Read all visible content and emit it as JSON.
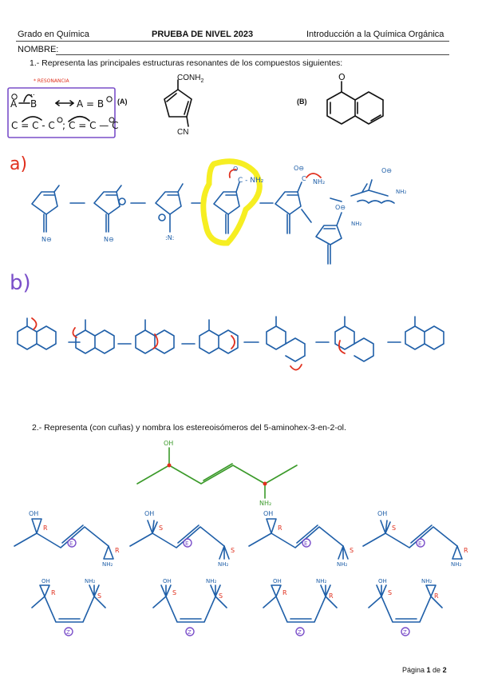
{
  "header": {
    "left": "Grado en Química",
    "center": "PRUEBA DE NIVEL 2023",
    "right": "Introducción a la Química Orgánica",
    "name_label": "NOMBRE:"
  },
  "question1": {
    "prompt": "1.- Representa las principales estructuras resonantes de los compuestos siguientes:",
    "box_title": "* RESONANCIA",
    "box_line1": "A—B ⟷ A=B",
    "box_line2": "C=C−C ; C=C−C",
    "label_a": "(A)",
    "label_b": "(B)",
    "compound_a_sub1": "CONH",
    "compound_a_sub1_sub": "2",
    "compound_a_sub2": "CN",
    "answer_a_label": "a)",
    "answer_b_label": "b)",
    "amide_label": "C - NH₂",
    "nh2": "NH₂"
  },
  "question2": {
    "prompt": "2.- Representa (con cuñas) y nombra los estereoisómeros del 5-aminohex-3-en-2-ol.",
    "oh": "OH",
    "nh2": "NH₂",
    "E": "E",
    "Z": "Z",
    "rows_top": [
      {
        "c2": "R",
        "c5": "R"
      },
      {
        "c2": "S",
        "c5": "S"
      },
      {
        "c2": "R",
        "c5": "S"
      },
      {
        "c2": "S",
        "c5": "R"
      }
    ],
    "rows_bottom": [
      {
        "c2": "R",
        "c5": "S"
      },
      {
        "c2": "S",
        "c5": "S"
      },
      {
        "c2": "R",
        "c5": "R"
      },
      {
        "c2": "S",
        "c5": "R"
      }
    ]
  },
  "footer": {
    "page_prefix": "Página ",
    "page_current": "1",
    "page_mid": " de ",
    "page_total": "2"
  }
}
